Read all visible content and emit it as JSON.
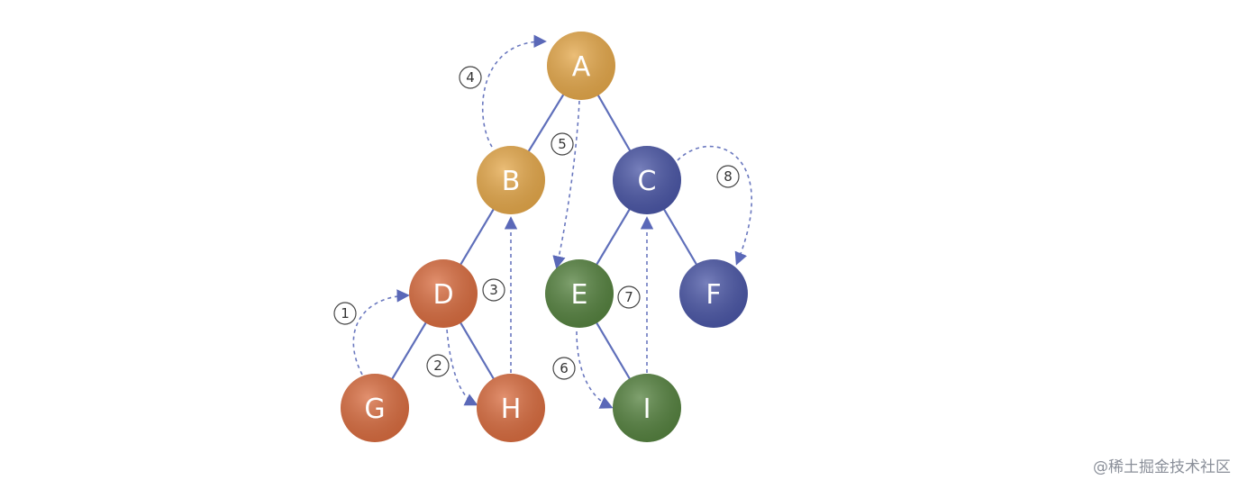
{
  "nodes": [
    {
      "id": "A",
      "label": "A",
      "color": "#e5a84a"
    },
    {
      "id": "B",
      "label": "B",
      "color": "#e5a84a"
    },
    {
      "id": "C",
      "label": "C",
      "color": "#4a56a6"
    },
    {
      "id": "D",
      "label": "D",
      "color": "#d96c3f"
    },
    {
      "id": "E",
      "label": "E",
      "color": "#55823f"
    },
    {
      "id": "F",
      "label": "F",
      "color": "#4a56a6"
    },
    {
      "id": "G",
      "label": "G",
      "color": "#d96c3f"
    },
    {
      "id": "H",
      "label": "H",
      "color": "#d96c3f"
    },
    {
      "id": "I",
      "label": "I",
      "color": "#55823f"
    }
  ],
  "edges": [
    [
      "A",
      "B"
    ],
    [
      "A",
      "C"
    ],
    [
      "B",
      "D"
    ],
    [
      "C",
      "E"
    ],
    [
      "C",
      "F"
    ],
    [
      "D",
      "G"
    ],
    [
      "D",
      "H"
    ],
    [
      "E",
      "I"
    ]
  ],
  "steps": [
    {
      "id": "1",
      "label": "1",
      "from": "G",
      "to": "D"
    },
    {
      "id": "2",
      "label": "2",
      "from": "D",
      "to": "H"
    },
    {
      "id": "3",
      "label": "3",
      "from": "H",
      "to": "B"
    },
    {
      "id": "4",
      "label": "4",
      "from": "B",
      "to": "A"
    },
    {
      "id": "5",
      "label": "5",
      "from": "A",
      "to": "E"
    },
    {
      "id": "6",
      "label": "6",
      "from": "E",
      "to": "I"
    },
    {
      "id": "7",
      "label": "7",
      "from": "I",
      "to": "C"
    },
    {
      "id": "8",
      "label": "8",
      "from": "C",
      "to": "F"
    }
  ],
  "watermark": "@稀土掘金技术社区"
}
